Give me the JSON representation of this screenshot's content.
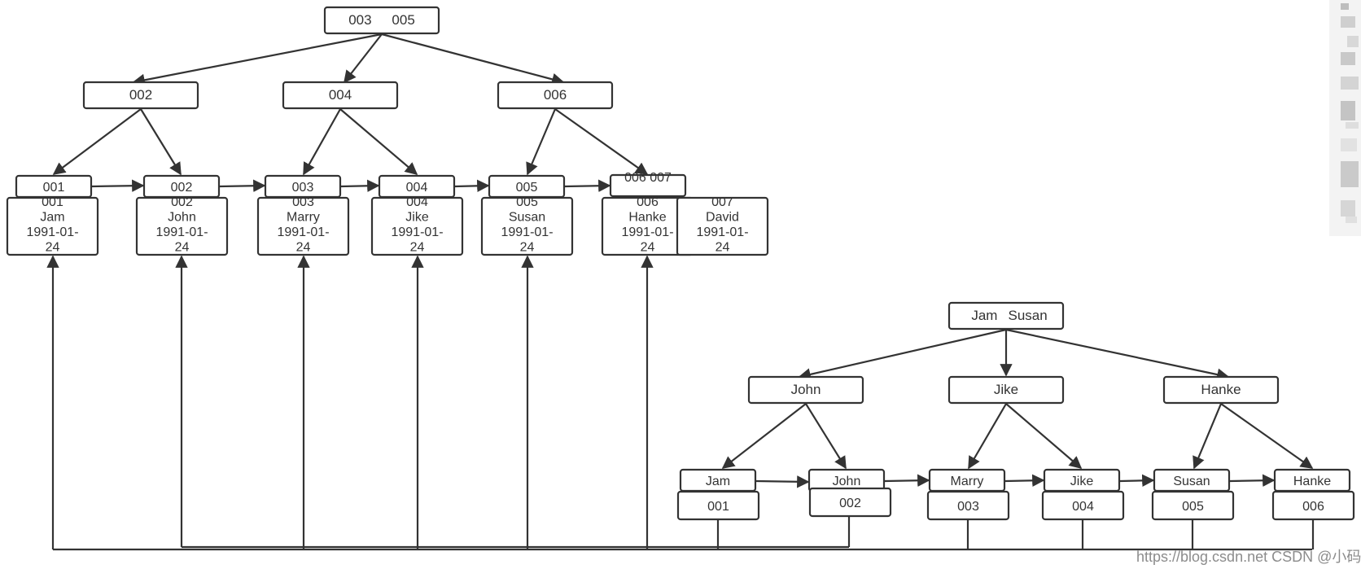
{
  "diagram": {
    "title": "",
    "left_tree": {
      "root": {
        "name": "root-node-003-005",
        "keys": [
          "003",
          "005"
        ]
      },
      "internal": [
        {
          "name": "internal-node-002",
          "keys": [
            "002"
          ]
        },
        {
          "name": "internal-node-004",
          "keys": [
            "004"
          ]
        },
        {
          "name": "internal-node-006",
          "keys": [
            "006"
          ]
        }
      ],
      "leaf_keys": [
        {
          "name": "leaf-key-001",
          "label": "001"
        },
        {
          "name": "leaf-key-002",
          "label": "002"
        },
        {
          "name": "leaf-key-003",
          "label": "003"
        },
        {
          "name": "leaf-key-004",
          "label": "004"
        },
        {
          "name": "leaf-key-005",
          "label": "005"
        },
        {
          "name": "leaf-key-006-007",
          "label": "006 007"
        }
      ],
      "records": [
        {
          "name": "record-001",
          "lines": [
            "001",
            "Jam",
            "1991-01-",
            "24"
          ]
        },
        {
          "name": "record-002",
          "lines": [
            "002",
            "John",
            "1991-01-",
            "24"
          ]
        },
        {
          "name": "record-003",
          "lines": [
            "003",
            "Marry",
            "1991-01-",
            "24"
          ]
        },
        {
          "name": "record-004",
          "lines": [
            "004",
            "Jike",
            "1991-01-",
            "24"
          ]
        },
        {
          "name": "record-005",
          "lines": [
            "005",
            "Susan",
            "1991-01-",
            "24"
          ]
        },
        {
          "name": "record-006",
          "lines": [
            "006",
            "Hanke",
            "1991-01-",
            "24"
          ]
        },
        {
          "name": "record-007",
          "lines": [
            "007",
            "David",
            "1991-01-",
            "24"
          ]
        }
      ]
    },
    "right_tree": {
      "root": {
        "name": "root-node-jam-susan",
        "keys": [
          "Jam",
          "Susan"
        ]
      },
      "internal": [
        {
          "name": "internal-node-john",
          "keys": [
            "John"
          ]
        },
        {
          "name": "internal-node-jike",
          "keys": [
            "Jike"
          ]
        },
        {
          "name": "internal-node-hanke",
          "keys": [
            "Hanke"
          ]
        }
      ],
      "leaf_names": [
        {
          "name": "leaf-name-jam",
          "label": "Jam"
        },
        {
          "name": "leaf-name-john",
          "label": "John"
        },
        {
          "name": "leaf-name-marry",
          "label": "Marry"
        },
        {
          "name": "leaf-name-jike",
          "label": "Jike"
        },
        {
          "name": "leaf-name-susan",
          "label": "Susan"
        },
        {
          "name": "leaf-name-hanke",
          "label": "Hanke"
        }
      ],
      "leaf_ids": [
        {
          "name": "leaf-id-001",
          "label": "001"
        },
        {
          "name": "leaf-id-002",
          "label": "002"
        },
        {
          "name": "leaf-id-003",
          "label": "003"
        },
        {
          "name": "leaf-id-004",
          "label": "004"
        },
        {
          "name": "leaf-id-005",
          "label": "005"
        },
        {
          "name": "leaf-id-006",
          "label": "006"
        }
      ]
    },
    "colors": {
      "stroke": "#333333",
      "text": "#333333",
      "watermark": "#8c8c8c"
    }
  },
  "watermark": "https://blog.csdn.net  CSDN @小码农叔叔"
}
